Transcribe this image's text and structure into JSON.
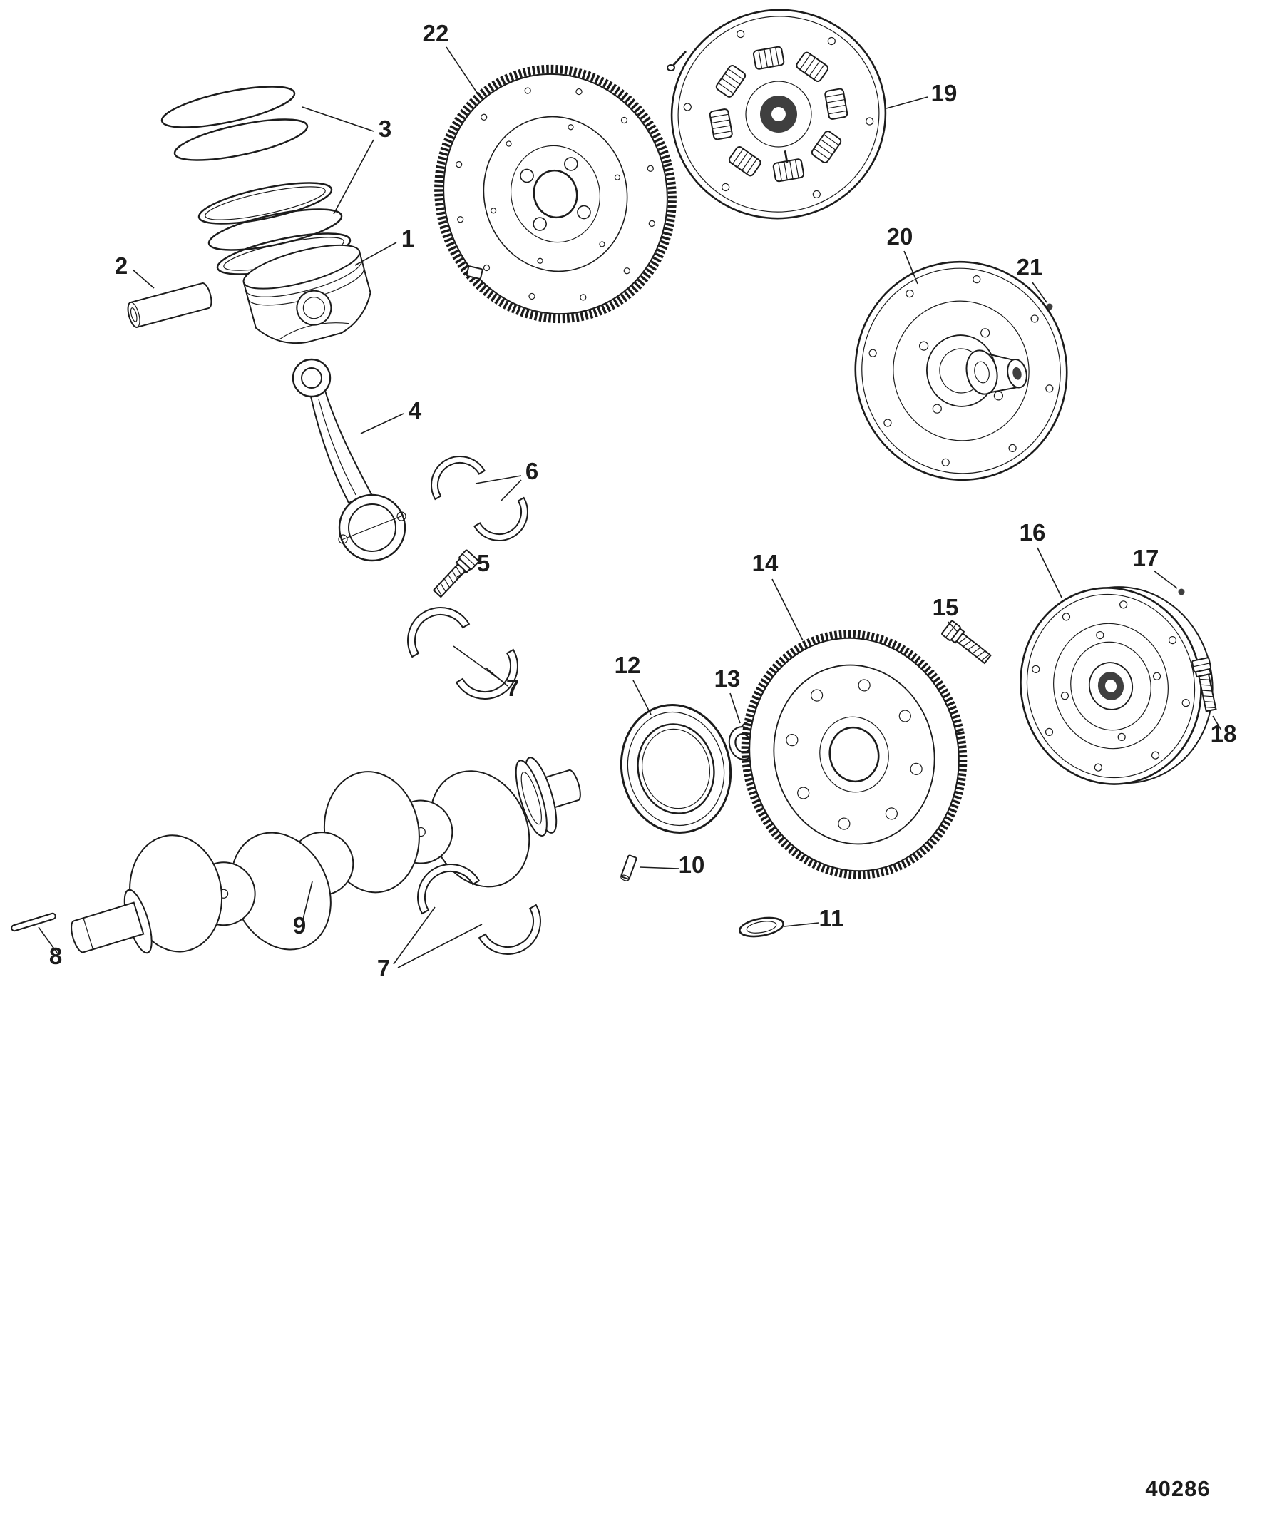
{
  "figure": {
    "drawing_number": "40286"
  },
  "colors": {
    "ink": "#1c1c1c",
    "paper": "#ffffff",
    "shade": "#3f3f3f"
  },
  "callouts": [
    {
      "id": "22",
      "label": "22",
      "part": "flywheel-with-ring-gear"
    },
    {
      "id": "3",
      "label": "3",
      "part": "piston-ring-set"
    },
    {
      "id": "19",
      "label": "19",
      "part": "drive-damper-plate"
    },
    {
      "id": "1",
      "label": "1",
      "part": "piston"
    },
    {
      "id": "2",
      "label": "2",
      "part": "piston-pin"
    },
    {
      "id": "20",
      "label": "20",
      "part": "coupler-flywheel"
    },
    {
      "id": "21",
      "label": "21",
      "part": "screw"
    },
    {
      "id": "4",
      "label": "4",
      "part": "connecting-rod"
    },
    {
      "id": "6",
      "label": "6",
      "part": "rod-bearing-set"
    },
    {
      "id": "5",
      "label": "5",
      "part": "connecting-rod-bolt"
    },
    {
      "id": "16",
      "label": "16",
      "part": "flywheel-assembly"
    },
    {
      "id": "17",
      "label": "17",
      "part": "screw"
    },
    {
      "id": "14",
      "label": "14",
      "part": "flexplate"
    },
    {
      "id": "15",
      "label": "15",
      "part": "bolt"
    },
    {
      "id": "7a",
      "label": "7",
      "part": "main-bearing-set-upper"
    },
    {
      "id": "12",
      "label": "12",
      "part": "oil-seal"
    },
    {
      "id": "13",
      "label": "13",
      "part": "pilot-bushing"
    },
    {
      "id": "18",
      "label": "18",
      "part": "bolt"
    },
    {
      "id": "9",
      "label": "9",
      "part": "crankshaft"
    },
    {
      "id": "10",
      "label": "10",
      "part": "dowel-pin"
    },
    {
      "id": "8",
      "label": "8",
      "part": "key"
    },
    {
      "id": "11",
      "label": "11",
      "part": "washer"
    },
    {
      "id": "7b",
      "label": "7",
      "part": "main-bearing-set-lower"
    }
  ]
}
